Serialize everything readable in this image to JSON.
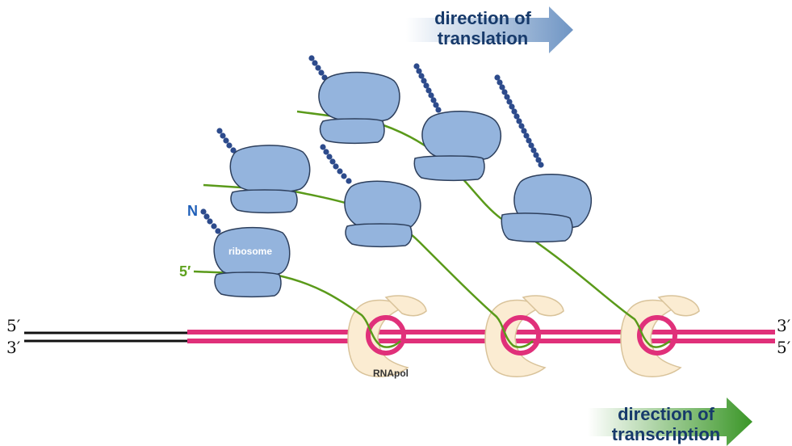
{
  "arrows": {
    "translation": {
      "line1": "direction of",
      "line2": "translation",
      "color": "#7fa3cf"
    },
    "transcription": {
      "line1": "direction of",
      "line2": "transcription",
      "color": "#3e9a2a"
    }
  },
  "dna_ends": {
    "left_top": "5′",
    "left_bottom": "3′",
    "right_top": "3′",
    "right_bottom": "5′"
  },
  "labels": {
    "n_terminus": "N",
    "mrna_5prime": "5′",
    "ribosome": "ribosome",
    "rna_polymerase": "RNApol"
  },
  "colors": {
    "dna_template": "#111111",
    "dna_transcribed": "#e0307a",
    "mrna": "#5a9a1a",
    "ribosome": "#94b4dd",
    "ribosome_outline": "#2d3f5c",
    "peptide": "#2d4b8c",
    "rna_polymerase": "#fbecd2"
  }
}
